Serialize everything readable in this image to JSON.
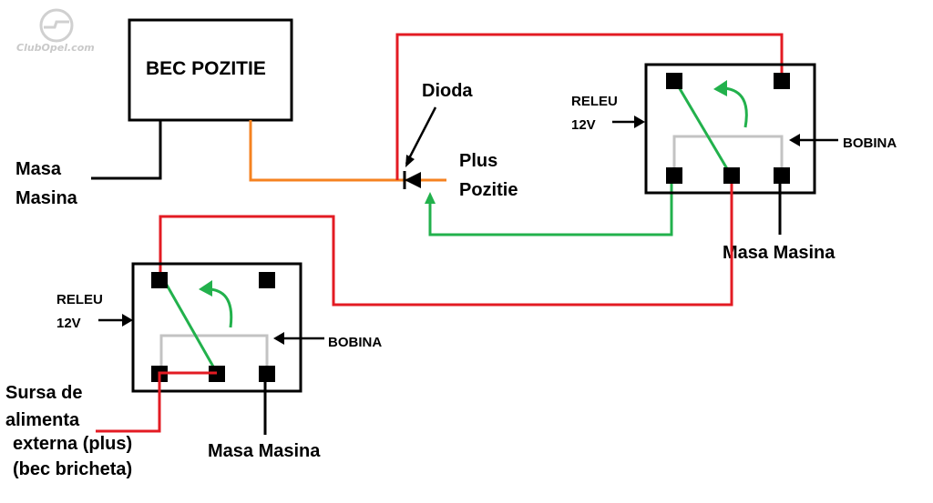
{
  "watermark": {
    "text": "ClubOpel.com"
  },
  "labels": {
    "bec_pozitie": "BEC POZITIE",
    "masa_masina_left_1": "Masa",
    "masa_masina_left_2": "Masina",
    "dioda": "Dioda",
    "plus_pozitie_1": "Plus",
    "plus_pozitie_2": "Pozitie",
    "releu_top_1": "RELEU",
    "releu_top_2": "12V",
    "bobina_top": "BOBINA",
    "masa_masina_top_relay": "Masa Masina",
    "releu_bottom_1": "RELEU",
    "releu_bottom_2": "12V",
    "bobina_bottom": "BOBINA",
    "sursa_1": "Sursa de",
    "sursa_2": "alimenta",
    "sursa_3": "externa (plus)",
    "sursa_4": "(bec bricheta)",
    "masa_masina_bottom_relay": "Masa Masina"
  },
  "colors": {
    "wire_black": "#000000",
    "wire_red": "#e31b23",
    "wire_green": "#22b14c",
    "wire_orange": "#f58220",
    "wire_gray": "#c3c3c3",
    "terminal": "#000000"
  },
  "icons": {
    "diode": "diode-symbol",
    "arrow": "arrow-pointer",
    "switch_arrow": "curved-arrow"
  }
}
